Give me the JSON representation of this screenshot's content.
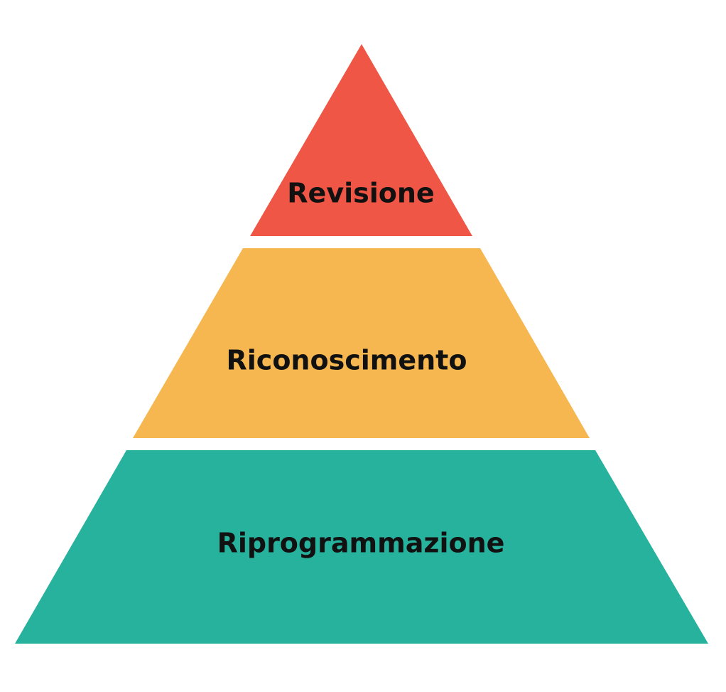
{
  "diagram": {
    "tiers": [
      {
        "label": "Revisione",
        "color": "#EF5646"
      },
      {
        "label": "Riconoscimento",
        "color": "#F6B750"
      },
      {
        "label": "Riprogrammazione",
        "color": "#27B29E"
      }
    ]
  }
}
